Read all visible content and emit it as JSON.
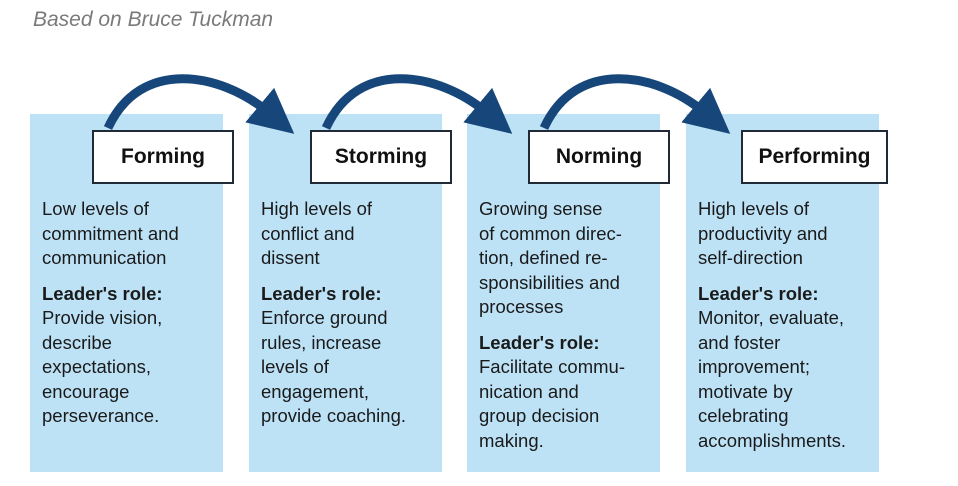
{
  "attribution": "Based on Bruce Tuckman",
  "stages": [
    {
      "title": "Forming",
      "description_lines": [
        "Low levels of",
        "commitment and",
        "communication"
      ],
      "role_heading": "Leader's role:",
      "role_lines": [
        "Provide vision,",
        "describe",
        "expectations,",
        "encourage",
        "perseverance."
      ]
    },
    {
      "title": "Storming",
      "description_lines": [
        "High levels of",
        "conflict and",
        "dissent"
      ],
      "role_heading": "Leader's role:",
      "role_lines": [
        "Enforce ground",
        "rules, increase",
        "levels of",
        "engagement,",
        "provide coaching."
      ]
    },
    {
      "title": "Norming",
      "description_lines": [
        "Growing sense",
        "of common direc-",
        "tion, defined re-",
        "sponsibilities and",
        "processes"
      ],
      "role_heading": "Leader's role:",
      "role_lines": [
        "Facilitate commu-",
        "nication and",
        "group decision",
        "making."
      ]
    },
    {
      "title": "Performing",
      "description_lines": [
        "High levels of",
        "productivity and",
        "self-direction"
      ],
      "role_heading": "Leader's role:",
      "role_lines": [
        "Monitor, evaluate,",
        "and foster",
        "improvement;",
        "motivate by",
        "celebrating",
        "accomplishments."
      ]
    }
  ],
  "colors": {
    "column_fill": "#bde2f6",
    "arrow": "#17477a",
    "box_border": "#1f2a36",
    "attribution_text": "#7a7a7a"
  }
}
